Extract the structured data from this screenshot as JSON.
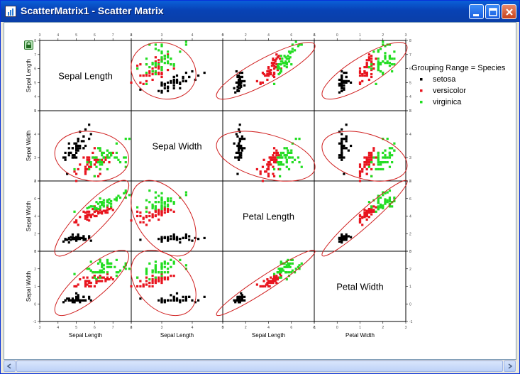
{
  "window": {
    "title": "ScatterMatrix1 - Scatter Matrix",
    "app_icon": "graph-window-icon",
    "buttons": [
      "minimize-icon",
      "maximize-icon",
      "close-icon"
    ],
    "lock_icon": "lock-icon"
  },
  "chart_data": {
    "type": "scatter",
    "variables": [
      "Sepal Length",
      "Sepal Width",
      "Petal Length",
      "Petal Width"
    ],
    "left_axis_labels": [
      "Sepal Length",
      "Sepal Width",
      "Sepal Width",
      "Sepal Width"
    ],
    "bottom_axis_labels": [
      "Sepal Length",
      "Sepal Length",
      "Sepal Length",
      "Petal Width"
    ],
    "ranges": [
      [
        3,
        8
      ],
      [
        2,
        5
      ],
      [
        0,
        8
      ],
      [
        -1,
        3
      ]
    ],
    "ellipse_color": "#d02020",
    "legend": {
      "title": "Grouping Range = Species",
      "position": "right",
      "entries": [
        "setosa",
        "versicolor",
        "virginica"
      ]
    },
    "series": [
      {
        "name": "setosa",
        "color": "#000000",
        "sepal_length": [
          5.1,
          4.9,
          4.7,
          4.6,
          5.0,
          5.4,
          4.6,
          5.0,
          4.4,
          4.9,
          5.4,
          4.8,
          4.8,
          4.3,
          5.8,
          5.7,
          5.4,
          5.1,
          5.7,
          5.1,
          5.4,
          5.1,
          4.6,
          5.1,
          4.8,
          5.0,
          5.0,
          5.2,
          5.2,
          4.7,
          4.8,
          5.4,
          5.2,
          5.5,
          4.9,
          5.0,
          5.5,
          4.9,
          4.4,
          5.1,
          5.0,
          4.5,
          4.4,
          5.0,
          5.1,
          4.8,
          5.1,
          4.6,
          5.3,
          5.0
        ],
        "sepal_width": [
          3.5,
          3.0,
          3.2,
          3.1,
          3.6,
          3.9,
          3.4,
          3.4,
          2.9,
          3.1,
          3.7,
          3.4,
          3.0,
          3.0,
          4.0,
          4.4,
          3.9,
          3.5,
          3.8,
          3.8,
          3.4,
          3.7,
          3.6,
          3.3,
          3.4,
          3.0,
          3.4,
          3.5,
          3.4,
          3.2,
          3.1,
          3.4,
          4.1,
          4.2,
          3.1,
          3.2,
          3.5,
          3.6,
          3.0,
          3.4,
          3.5,
          2.3,
          3.2,
          3.5,
          3.8,
          3.0,
          3.8,
          3.2,
          3.7,
          3.3
        ],
        "petal_length": [
          1.4,
          1.4,
          1.3,
          1.5,
          1.4,
          1.7,
          1.4,
          1.5,
          1.4,
          1.5,
          1.5,
          1.6,
          1.4,
          1.1,
          1.2,
          1.5,
          1.3,
          1.4,
          1.7,
          1.5,
          1.7,
          1.5,
          1.0,
          1.7,
          1.9,
          1.6,
          1.6,
          1.5,
          1.4,
          1.6,
          1.6,
          1.5,
          1.5,
          1.4,
          1.5,
          1.2,
          1.3,
          1.4,
          1.3,
          1.5,
          1.3,
          1.3,
          1.3,
          1.6,
          1.9,
          1.4,
          1.6,
          1.4,
          1.5,
          1.4
        ],
        "petal_width": [
          0.2,
          0.2,
          0.2,
          0.2,
          0.2,
          0.4,
          0.3,
          0.2,
          0.2,
          0.1,
          0.2,
          0.2,
          0.1,
          0.1,
          0.2,
          0.4,
          0.4,
          0.3,
          0.3,
          0.3,
          0.2,
          0.4,
          0.2,
          0.5,
          0.2,
          0.2,
          0.4,
          0.2,
          0.2,
          0.2,
          0.2,
          0.4,
          0.1,
          0.2,
          0.2,
          0.2,
          0.2,
          0.1,
          0.2,
          0.2,
          0.3,
          0.3,
          0.2,
          0.6,
          0.4,
          0.3,
          0.2,
          0.2,
          0.2,
          0.2
        ]
      },
      {
        "name": "versicolor",
        "color": "#e8141e",
        "sepal_length": [
          7.0,
          6.4,
          6.9,
          5.5,
          6.5,
          5.7,
          6.3,
          4.9,
          6.6,
          5.2,
          5.0,
          5.9,
          6.0,
          6.1,
          5.6,
          6.7,
          5.6,
          5.8,
          6.2,
          5.6,
          5.9,
          6.1,
          6.3,
          6.1,
          6.4,
          6.6,
          6.8,
          6.7,
          6.0,
          5.7,
          5.5,
          5.5,
          5.8,
          6.0,
          5.4,
          6.0,
          6.7,
          6.3,
          5.6,
          5.5,
          5.5,
          6.1,
          5.8,
          5.0,
          5.6,
          5.7,
          5.7,
          6.2,
          5.1,
          5.7
        ],
        "sepal_width": [
          3.2,
          3.2,
          3.1,
          2.3,
          2.8,
          2.8,
          3.3,
          2.4,
          2.9,
          2.7,
          2.0,
          3.0,
          2.2,
          2.9,
          2.9,
          3.1,
          3.0,
          2.7,
          2.2,
          2.5,
          3.2,
          2.8,
          2.5,
          2.8,
          2.9,
          3.0,
          2.8,
          3.0,
          2.9,
          2.6,
          2.4,
          2.4,
          2.7,
          2.7,
          3.0,
          3.4,
          3.1,
          2.3,
          3.0,
          2.5,
          2.6,
          3.0,
          2.6,
          2.3,
          2.7,
          3.0,
          2.9,
          2.9,
          2.5,
          2.8
        ],
        "petal_length": [
          4.7,
          4.5,
          4.9,
          4.0,
          4.6,
          4.5,
          4.7,
          3.3,
          4.6,
          3.9,
          3.5,
          4.2,
          4.0,
          4.7,
          3.6,
          4.4,
          4.5,
          4.1,
          4.5,
          3.9,
          4.8,
          4.0,
          4.9,
          4.7,
          4.3,
          4.4,
          4.8,
          5.0,
          4.5,
          3.5,
          3.8,
          3.7,
          3.9,
          5.1,
          4.5,
          4.5,
          4.7,
          4.4,
          4.1,
          4.0,
          4.4,
          4.6,
          4.0,
          3.3,
          4.2,
          4.2,
          4.2,
          4.3,
          3.0,
          4.1
        ],
        "petal_width": [
          1.4,
          1.5,
          1.5,
          1.3,
          1.5,
          1.3,
          1.6,
          1.0,
          1.3,
          1.4,
          1.0,
          1.5,
          1.0,
          1.4,
          1.3,
          1.4,
          1.5,
          1.0,
          1.5,
          1.1,
          1.8,
          1.3,
          1.5,
          1.2,
          1.3,
          1.4,
          1.4,
          1.7,
          1.5,
          1.0,
          1.1,
          1.0,
          1.2,
          1.6,
          1.5,
          1.6,
          1.5,
          1.3,
          1.3,
          1.3,
          1.2,
          1.4,
          1.2,
          1.0,
          1.3,
          1.2,
          1.3,
          1.3,
          1.1,
          1.3
        ]
      },
      {
        "name": "virginica",
        "color": "#22dd22",
        "sepal_length": [
          6.3,
          5.8,
          7.1,
          6.3,
          6.5,
          7.6,
          4.9,
          7.3,
          6.7,
          7.2,
          6.5,
          6.4,
          6.8,
          5.7,
          5.8,
          6.4,
          6.5,
          7.7,
          7.7,
          6.0,
          6.9,
          5.6,
          7.7,
          6.3,
          6.7,
          7.2,
          6.2,
          6.1,
          6.4,
          7.2,
          7.4,
          7.9,
          6.4,
          6.3,
          6.1,
          7.7,
          6.3,
          6.4,
          6.0,
          6.9,
          6.7,
          6.9,
          5.8,
          6.8,
          6.7,
          6.7,
          6.3,
          6.5,
          6.2,
          5.9
        ],
        "sepal_width": [
          3.3,
          2.7,
          3.0,
          2.9,
          3.0,
          3.0,
          2.5,
          2.9,
          2.5,
          3.6,
          3.2,
          2.7,
          3.0,
          2.5,
          2.8,
          3.2,
          3.0,
          3.8,
          2.6,
          2.2,
          3.2,
          2.8,
          2.8,
          2.7,
          3.3,
          3.2,
          2.8,
          3.0,
          2.8,
          3.0,
          2.8,
          3.8,
          2.8,
          2.8,
          2.6,
          3.0,
          3.4,
          3.1,
          3.0,
          3.1,
          3.1,
          3.1,
          2.7,
          3.2,
          3.3,
          3.0,
          2.5,
          3.0,
          3.4,
          3.0
        ],
        "petal_length": [
          6.0,
          5.1,
          5.9,
          5.6,
          5.8,
          6.6,
          4.5,
          6.3,
          5.8,
          6.1,
          5.1,
          5.3,
          5.5,
          5.0,
          5.1,
          5.3,
          5.5,
          6.7,
          6.9,
          5.0,
          5.7,
          4.9,
          6.7,
          4.9,
          5.7,
          6.0,
          4.8,
          4.9,
          5.6,
          5.8,
          6.1,
          6.4,
          5.6,
          5.1,
          5.6,
          6.1,
          5.6,
          5.5,
          4.8,
          5.4,
          5.6,
          5.1,
          5.1,
          5.9,
          5.7,
          5.2,
          5.0,
          5.2,
          5.4,
          5.1
        ],
        "petal_width": [
          2.5,
          1.9,
          2.1,
          1.8,
          2.2,
          2.1,
          1.7,
          1.8,
          1.8,
          2.5,
          2.0,
          1.9,
          2.1,
          2.0,
          2.4,
          2.3,
          1.8,
          2.2,
          2.3,
          1.5,
          2.3,
          2.0,
          2.0,
          1.8,
          2.1,
          1.8,
          1.8,
          1.8,
          2.1,
          1.6,
          1.9,
          2.0,
          2.2,
          1.5,
          1.4,
          2.3,
          2.4,
          1.8,
          1.8,
          2.1,
          2.4,
          2.3,
          1.9,
          2.3,
          2.5,
          2.3,
          1.9,
          2.0,
          2.3,
          1.8
        ]
      }
    ]
  }
}
